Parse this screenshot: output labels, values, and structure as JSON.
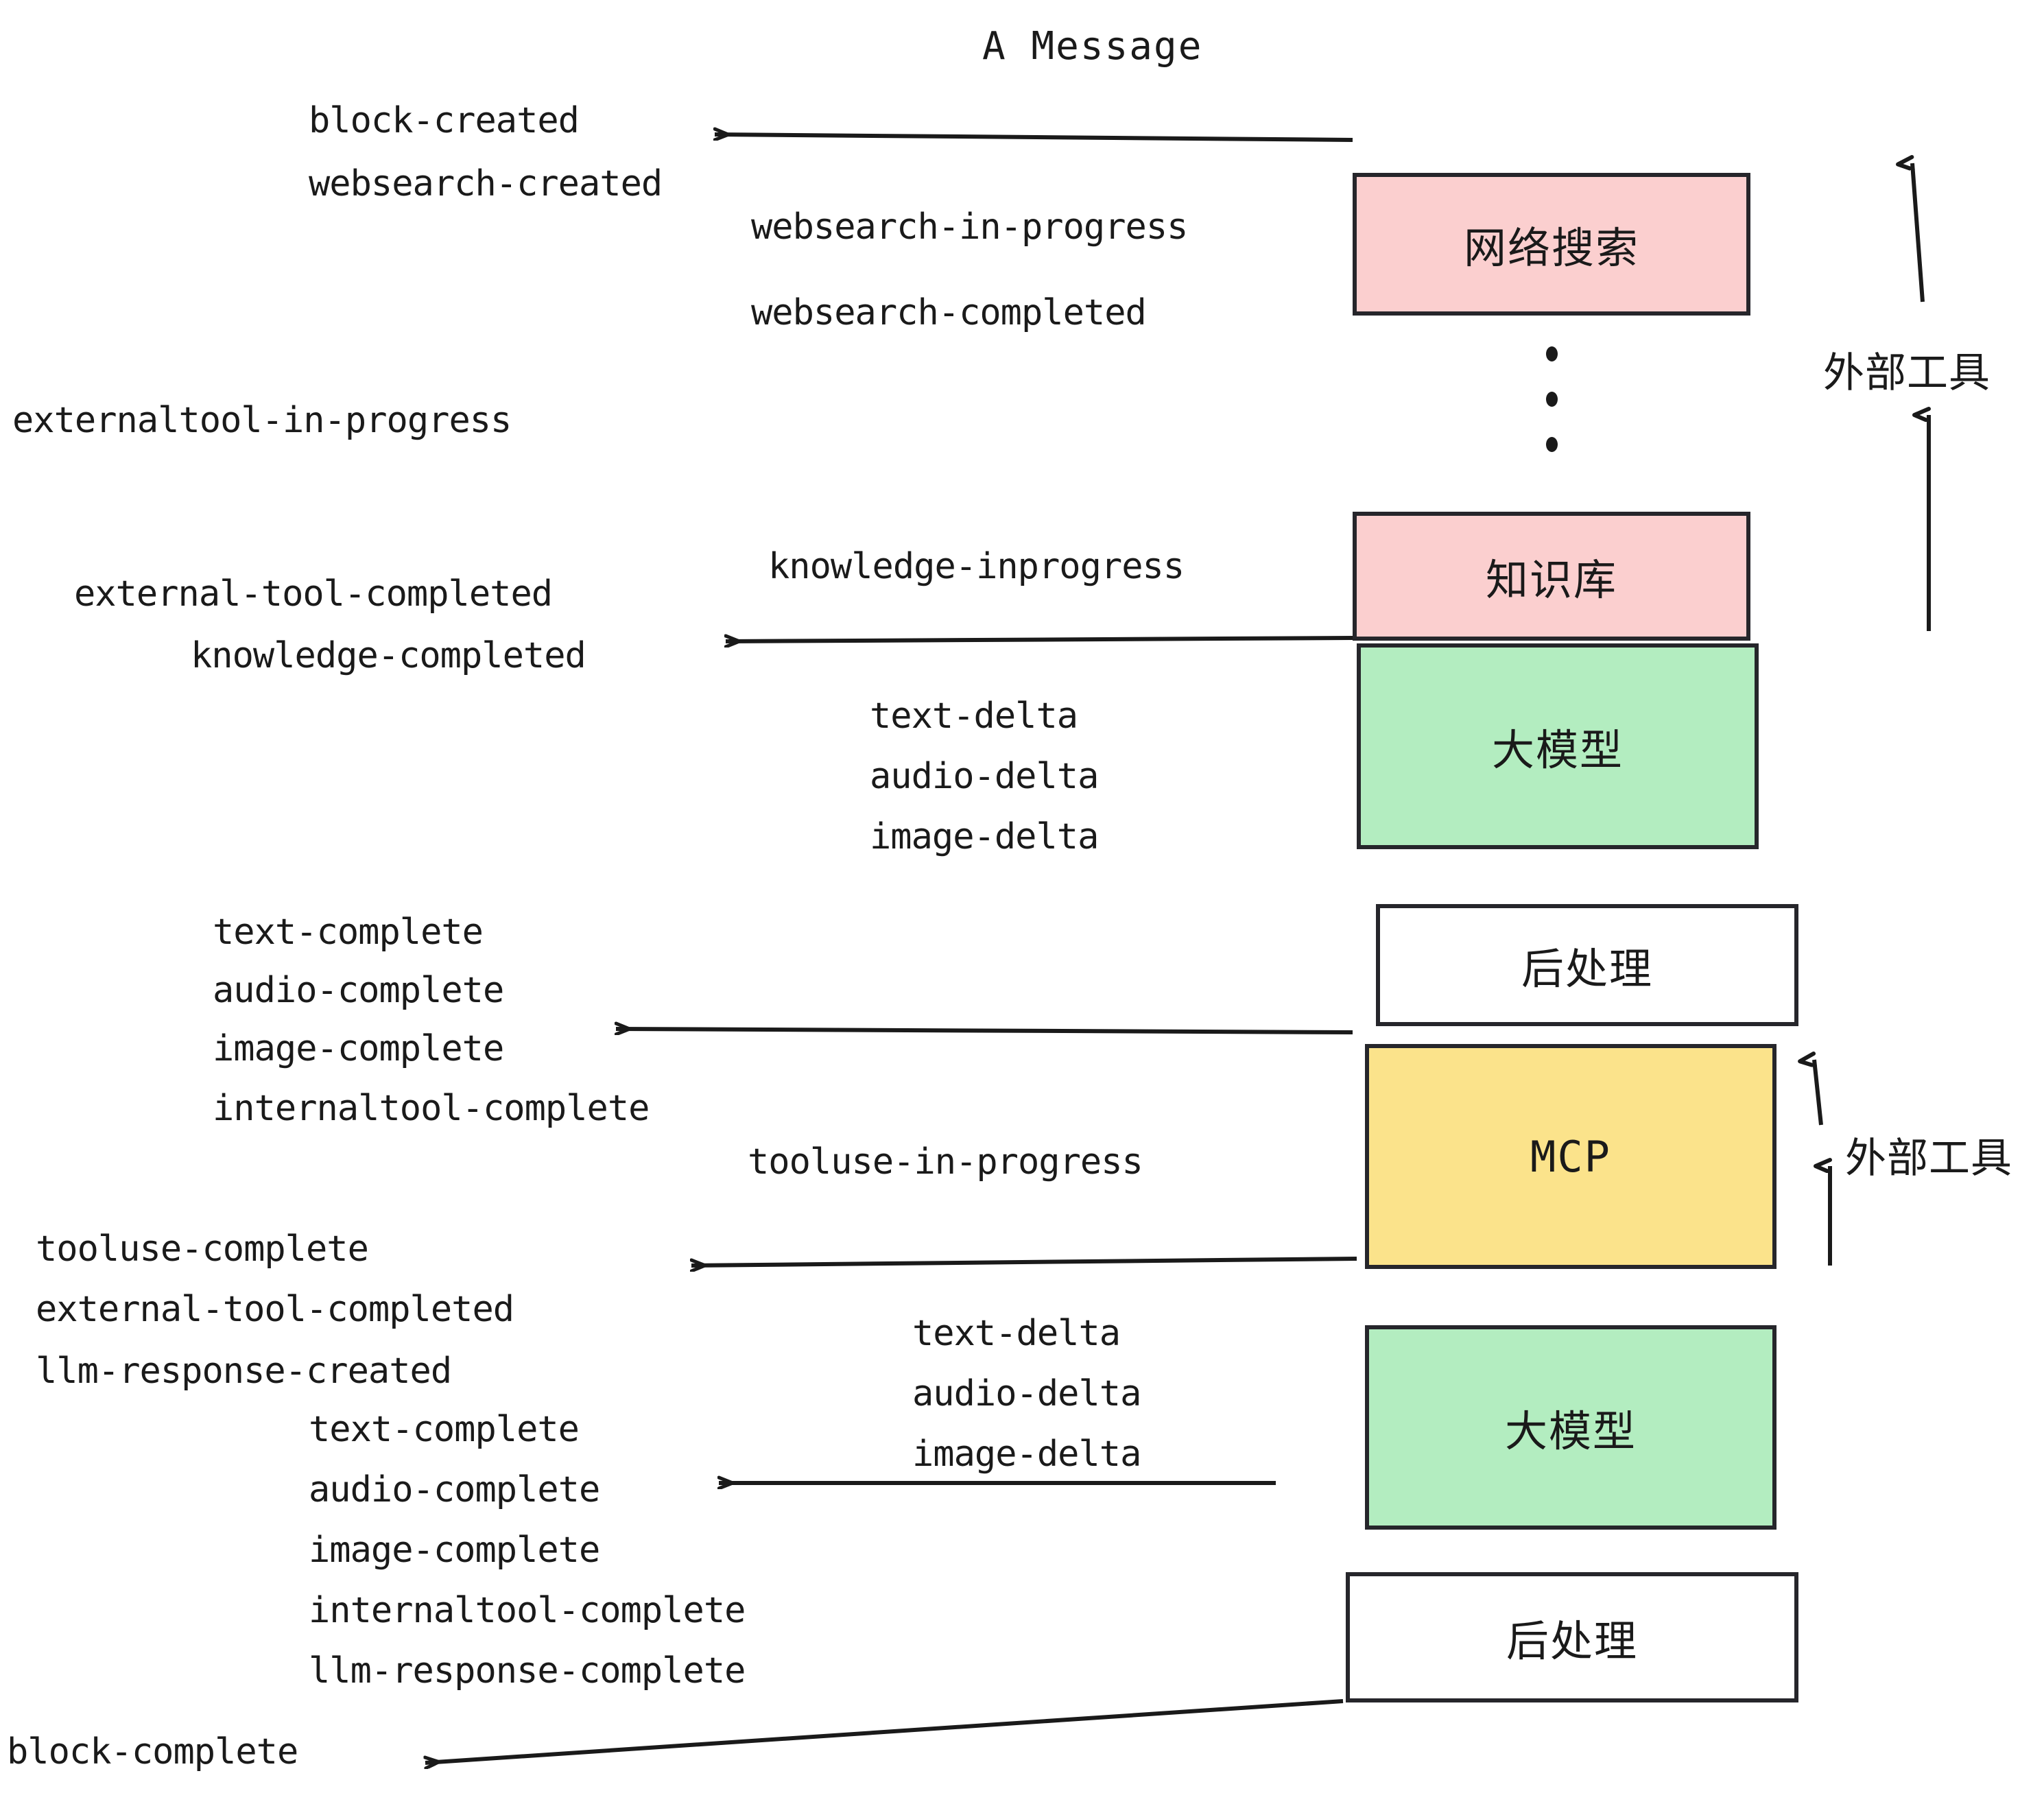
{
  "title": "A Message",
  "colors": {
    "pink": "#fbcfcf",
    "green": "#b3edc0",
    "yellow": "#fbe38b",
    "white": "#ffffff",
    "stroke": "#26262b",
    "text": "#1a1a1a"
  },
  "nodes": [
    {
      "id": "websearch",
      "label": "网络搜索",
      "color": "pink"
    },
    {
      "id": "knowledge",
      "label": "知识库",
      "color": "pink"
    },
    {
      "id": "llm1",
      "label": "大模型",
      "color": "green"
    },
    {
      "id": "post1",
      "label": "后处理",
      "color": "white"
    },
    {
      "id": "mcp",
      "label": "MCP",
      "color": "yellow"
    },
    {
      "id": "llm2",
      "label": "大模型",
      "color": "green"
    },
    {
      "id": "post2",
      "label": "后处理",
      "color": "white"
    }
  ],
  "group_labels": [
    {
      "id": "external-tools-top",
      "label": "外部工具"
    },
    {
      "id": "external-tools-bottom",
      "label": "外部工具"
    }
  ],
  "events": [
    {
      "id": "block-created",
      "text": "block-created"
    },
    {
      "id": "websearch-created",
      "text": "websearch-created"
    },
    {
      "id": "websearch-in-progress",
      "text": "websearch-in-progress"
    },
    {
      "id": "websearch-completed",
      "text": "websearch-completed"
    },
    {
      "id": "externaltool-in-progress",
      "text": "externaltool-in-progress"
    },
    {
      "id": "knowledge-inprogress",
      "text": "knowledge-inprogress"
    },
    {
      "id": "external-tool-completed-1",
      "text": "external-tool-completed"
    },
    {
      "id": "knowledge-completed",
      "text": "knowledge-completed"
    },
    {
      "id": "text-delta-1",
      "text": "text-delta"
    },
    {
      "id": "audio-delta-1",
      "text": "audio-delta"
    },
    {
      "id": "image-delta-1",
      "text": "image-delta"
    },
    {
      "id": "text-complete-1",
      "text": "text-complete"
    },
    {
      "id": "audio-complete-1",
      "text": "audio-complete"
    },
    {
      "id": "image-complete-1",
      "text": "image-complete"
    },
    {
      "id": "internaltool-complete-1",
      "text": "internaltool-complete"
    },
    {
      "id": "tooluse-in-progress",
      "text": "tooluse-in-progress"
    },
    {
      "id": "tooluse-complete",
      "text": "tooluse-complete"
    },
    {
      "id": "external-tool-completed-2",
      "text": "external-tool-completed"
    },
    {
      "id": "llm-response-created",
      "text": "llm-response-created"
    },
    {
      "id": "text-delta-2",
      "text": "text-delta"
    },
    {
      "id": "audio-delta-2",
      "text": "audio-delta"
    },
    {
      "id": "image-delta-2",
      "text": "image-delta"
    },
    {
      "id": "text-complete-2",
      "text": "text-complete"
    },
    {
      "id": "audio-complete-2",
      "text": "audio-complete"
    },
    {
      "id": "image-complete-2",
      "text": "image-complete"
    },
    {
      "id": "internaltool-complete-2",
      "text": "internaltool-complete"
    },
    {
      "id": "llm-response-complete",
      "text": "llm-response-complete"
    },
    {
      "id": "block-complete",
      "text": "block-complete"
    }
  ]
}
